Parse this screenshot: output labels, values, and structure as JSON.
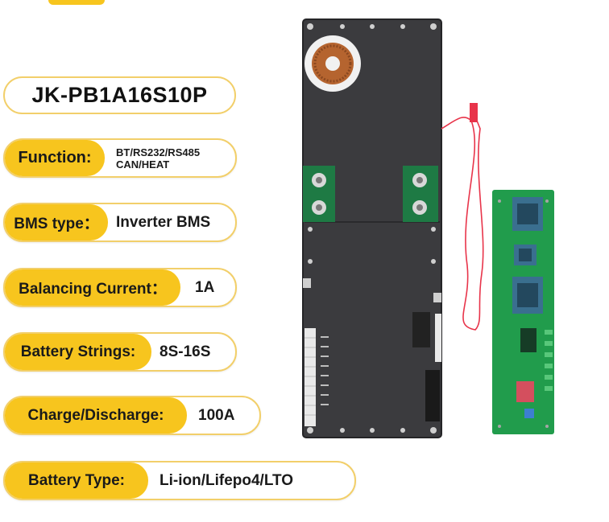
{
  "model": "JK-PB1A16S10P",
  "specs": [
    {
      "label": "Function:",
      "value_line1": "BT/RS232/RS485",
      "value_line2": "CAN/HEAT"
    },
    {
      "label": "BMS type：",
      "value": "Inverter BMS"
    },
    {
      "label": "Balancing Current：",
      "value": "1A"
    },
    {
      "label": "Battery Strings:",
      "value": "8S-16S"
    },
    {
      "label": "Charge/Discharge:",
      "value": "100A"
    },
    {
      "label": "Battery Type:",
      "value": "Li-ion/Lifepo4/LTO"
    }
  ],
  "colors": {
    "accent": "#f7c51e",
    "border": "#f2cf6a",
    "board": "#3a3a3c",
    "pcb": "#1f9a4a"
  }
}
